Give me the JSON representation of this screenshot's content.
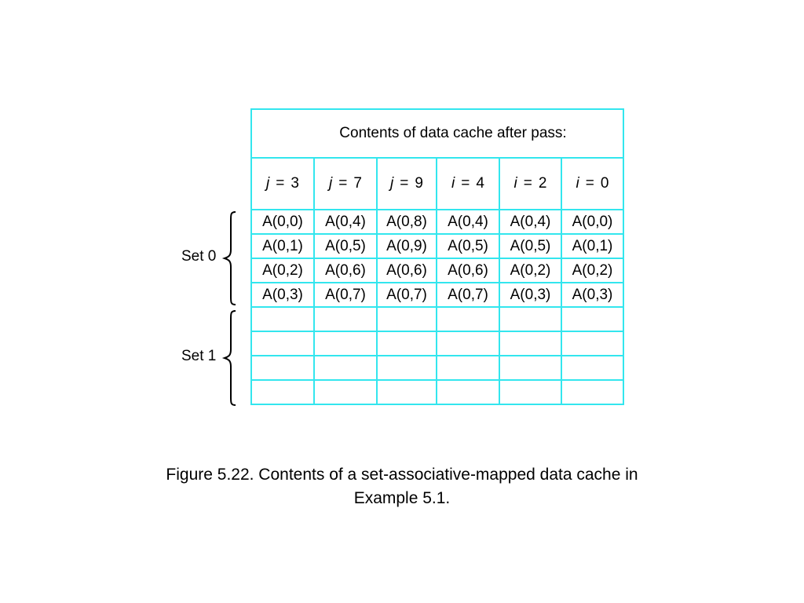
{
  "table": {
    "title": "Contents of data cache after pass:",
    "passes": [
      {
        "var": "j",
        "eq": "=",
        "val": "3"
      },
      {
        "var": "j",
        "eq": "=",
        "val": "7"
      },
      {
        "var": "j",
        "eq": "=",
        "val": "9"
      },
      {
        "var": "i",
        "eq": "=",
        "val": "4"
      },
      {
        "var": "i",
        "eq": "=",
        "val": "2"
      },
      {
        "var": "i",
        "eq": "=",
        "val": "0"
      }
    ],
    "rows": [
      [
        "A(0,0)",
        "A(0,4)",
        "A(0,8)",
        "A(0,4)",
        "A(0,4)",
        "A(0,0)"
      ],
      [
        "A(0,1)",
        "A(0,5)",
        "A(0,9)",
        "A(0,5)",
        "A(0,5)",
        "A(0,1)"
      ],
      [
        "A(0,2)",
        "A(0,6)",
        "A(0,6)",
        "A(0,6)",
        "A(0,2)",
        "A(0,2)"
      ],
      [
        "A(0,3)",
        "A(0,7)",
        "A(0,7)",
        "A(0,7)",
        "A(0,3)",
        "A(0,3)"
      ],
      [
        "",
        "",
        "",
        "",
        "",
        ""
      ],
      [
        "",
        "",
        "",
        "",
        "",
        ""
      ],
      [
        "",
        "",
        "",
        "",
        "",
        ""
      ],
      [
        "",
        "",
        "",
        "",
        "",
        ""
      ]
    ]
  },
  "sets": [
    {
      "label": "Set 0"
    },
    {
      "label": "Set 1"
    }
  ],
  "caption": {
    "line1": "Figure 5.22.  Contents of a set-associative-mapped data cache in",
    "line2": "Example 5.1."
  },
  "colors": {
    "grid": "#33e6ee",
    "text": "#000000",
    "background": "#ffffff"
  }
}
